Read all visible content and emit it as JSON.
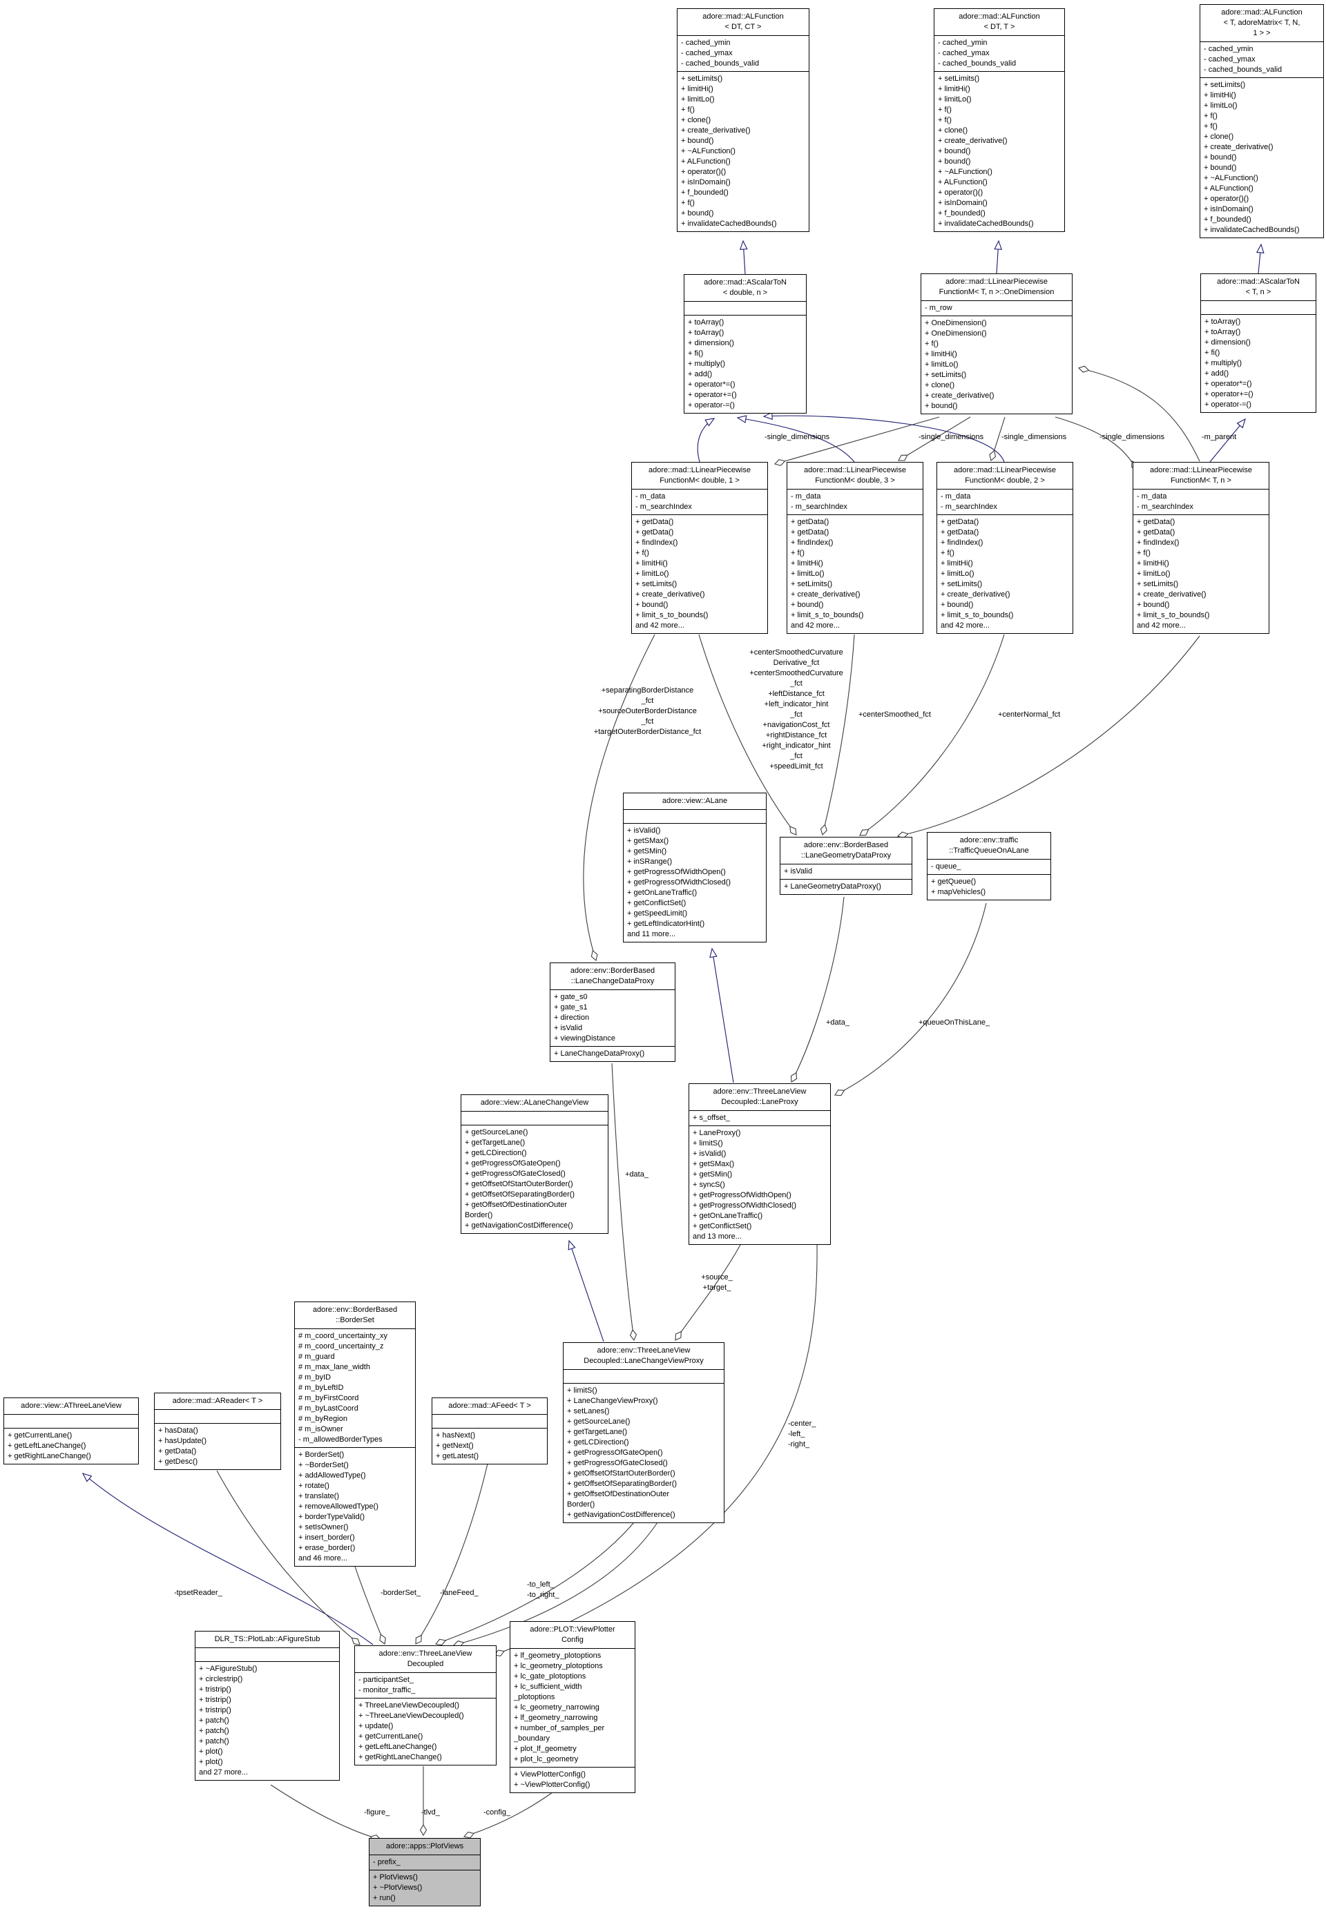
{
  "classes": {
    "alfunction_dt_ct": {
      "title": [
        "adore::mad::ALFunction",
        "< DT, CT >"
      ],
      "attrs": [
        "- cached_ymin",
        "- cached_ymax",
        "- cached_bounds_valid"
      ],
      "methods": [
        "+ setLimits()",
        "+ limitHi()",
        "+ limitLo()",
        "+ f()",
        "+ clone()",
        "+ create_derivative()",
        "+ bound()",
        "+ ~ALFunction()",
        "+ ALFunction()",
        "+ operator()()",
        "+ isInDomain()",
        "+ f_bounded()",
        "+ f()",
        "+ bound()",
        "+ invalidateCachedBounds()"
      ]
    },
    "alfunction_dt_t": {
      "title": [
        "adore::mad::ALFunction",
        "< DT, T >"
      ],
      "attrs": [
        "- cached_ymin",
        "- cached_ymax",
        "- cached_bounds_valid"
      ],
      "methods": [
        "+ setLimits()",
        "+ limitHi()",
        "+ limitLo()",
        "+ f()",
        "+ f()",
        "+ clone()",
        "+ create_derivative()",
        "+ bound()",
        "+ bound()",
        "+ ~ALFunction()",
        "+ ALFunction()",
        "+ operator()()",
        "+ isInDomain()",
        "+ f_bounded()",
        "+ invalidateCachedBounds()"
      ]
    },
    "alfunction_matrix": {
      "title": [
        "adore::mad::ALFunction",
        "< T, adoreMatrix< T, N,",
        "1 > >"
      ],
      "attrs": [
        "- cached_ymin",
        "- cached_ymax",
        "- cached_bounds_valid"
      ],
      "methods": [
        "+ setLimits()",
        "+ limitHi()",
        "+ limitLo()",
        "+ f()",
        "+ f()",
        "+ clone()",
        "+ create_derivative()",
        "+ bound()",
        "+ bound()",
        "+ ~ALFunction()",
        "+ ALFunction()",
        "+ operator()()",
        "+ isInDomain()",
        "+ f_bounded()",
        "+ invalidateCachedBounds()"
      ]
    },
    "ascalarton_double": {
      "title": [
        "adore::mad::AScalarToN",
        "< double, n >"
      ],
      "attrs": [],
      "methods": [
        "+ toArray()",
        "+ toArray()",
        "+ dimension()",
        "+ fi()",
        "+ multiply()",
        "+ add()",
        "+ operator*=()",
        "+ operator+=()",
        "+ operator-=()"
      ]
    },
    "onedimension": {
      "title": [
        "adore::mad::LLinearPiecewise",
        "FunctionM< T, n >::OneDimension"
      ],
      "attrs": [
        "- m_row"
      ],
      "methods": [
        "+ OneDimension()",
        "+ OneDimension()",
        "+ f()",
        "+ limitHi()",
        "+ limitLo()",
        "+ setLimits()",
        "+ clone()",
        "+ create_derivative()",
        "+ bound()"
      ]
    },
    "ascalarton_t": {
      "title": [
        "adore::mad::AScalarToN",
        "< T, n >"
      ],
      "attrs": [],
      "methods": [
        "+ toArray()",
        "+ toArray()",
        "+ dimension()",
        "+ fi()",
        "+ multiply()",
        "+ add()",
        "+ operator*=()",
        "+ operator+=()",
        "+ operator-=()"
      ]
    },
    "lpfm_d1": {
      "title": [
        "adore::mad::LLinearPiecewise",
        "FunctionM< double, 1 >"
      ],
      "attrs": [
        "- m_data",
        "- m_searchIndex"
      ],
      "methods": [
        "+ getData()",
        "+ getData()",
        "+ findIndex()",
        "+ f()",
        "+ limitHi()",
        "+ limitLo()",
        "+ setLimits()",
        "+ create_derivative()",
        "+ bound()",
        "+ limit_s_to_bounds()",
        "and 42 more..."
      ]
    },
    "lpfm_d3": {
      "title": [
        "adore::mad::LLinearPiecewise",
        "FunctionM< double, 3 >"
      ],
      "attrs": [
        "- m_data",
        "- m_searchIndex"
      ],
      "methods": [
        "+ getData()",
        "+ getData()",
        "+ findIndex()",
        "+ f()",
        "+ limitHi()",
        "+ limitLo()",
        "+ setLimits()",
        "+ create_derivative()",
        "+ bound()",
        "+ limit_s_to_bounds()",
        "and 42 more..."
      ]
    },
    "lpfm_d2": {
      "title": [
        "adore::mad::LLinearPiecewise",
        "FunctionM< double, 2 >"
      ],
      "attrs": [
        "- m_data",
        "- m_searchIndex"
      ],
      "methods": [
        "+ getData()",
        "+ getData()",
        "+ findIndex()",
        "+ f()",
        "+ limitHi()",
        "+ limitLo()",
        "+ setLimits()",
        "+ create_derivative()",
        "+ bound()",
        "+ limit_s_to_bounds()",
        "and 42 more..."
      ]
    },
    "lpfm_tn": {
      "title": [
        "adore::mad::LLinearPiecewise",
        "FunctionM< T, n >"
      ],
      "attrs": [
        "- m_data",
        "- m_searchIndex"
      ],
      "methods": [
        "+ getData()",
        "+ getData()",
        "+ findIndex()",
        "+ f()",
        "+ limitHi()",
        "+ limitLo()",
        "+ setLimits()",
        "+ create_derivative()",
        "+ bound()",
        "+ limit_s_to_bounds()",
        "and 42 more..."
      ]
    },
    "alane": {
      "title": [
        "adore::view::ALane"
      ],
      "attrs": [],
      "methods": [
        "+ isValid()",
        "+ getSMax()",
        "+ getSMin()",
        "+ inSRange()",
        "+ getProgressOfWidthOpen()",
        "+ getProgressOfWidthClosed()",
        "+ getOnLaneTraffic()",
        "+ getConflictSet()",
        "+ getSpeedLimit()",
        "+ getLeftIndicatorHint()",
        "and 11 more..."
      ]
    },
    "lanegeometrydataproxy": {
      "title": [
        "adore::env::BorderBased",
        "::LaneGeometryDataProxy"
      ],
      "attrs": [
        "+ isValid"
      ],
      "methods": [
        "+ LaneGeometryDataProxy()"
      ]
    },
    "trafficqueueonalane": {
      "title": [
        "adore::env::traffic",
        "::TrafficQueueOnALane"
      ],
      "attrs": [
        "- queue_"
      ],
      "methods": [
        "+ getQueue()",
        "+ mapVehicles()"
      ]
    },
    "lanechangedataproxy": {
      "title": [
        "adore::env::BorderBased",
        "::LaneChangeDataProxy"
      ],
      "attrs": [
        "+ gate_s0",
        "+ gate_s1",
        "+ direction",
        "+ isValid",
        "+ viewingDistance"
      ],
      "methods": [
        "+ LaneChangeDataProxy()"
      ]
    },
    "alanechangeview": {
      "title": [
        "adore::view::ALaneChangeView"
      ],
      "attrs": [],
      "methods": [
        "+ getSourceLane()",
        "+ getTargetLane()",
        "+ getLCDirection()",
        "+ getProgressOfGateOpen()",
        "+ getProgressOfGateClosed()",
        "+ getOffsetOfStartOuterBorder()",
        "+ getOffsetOfSeparatingBorder()",
        "+ getOffsetOfDestinationOuter",
        "Border()",
        "+ getNavigationCostDifference()"
      ]
    },
    "laneproxy": {
      "title": [
        "adore::env::ThreeLaneView",
        "Decoupled::LaneProxy"
      ],
      "attrs": [
        "+ s_offset_"
      ],
      "methods": [
        "+ LaneProxy()",
        "+ limitS()",
        "+ isValid()",
        "+ getSMax()",
        "+ getSMin()",
        "+ syncS()",
        "+ getProgressOfWidthOpen()",
        "+ getProgressOfWidthClosed()",
        "+ getOnLaneTraffic()",
        "+ getConflictSet()",
        "and 13 more..."
      ]
    },
    "borderset": {
      "title": [
        "adore::env::BorderBased",
        "::BorderSet"
      ],
      "attrs": [
        "# m_coord_uncertainty_xy",
        "# m_coord_uncertainty_z",
        "# m_guard",
        "# m_max_lane_width",
        "# m_byID",
        "# m_byLeftID",
        "# m_byFirstCoord",
        "# m_byLastCoord",
        "# m_byRegion",
        "# m_isOwner",
        "- m_allowedBorderTypes"
      ],
      "methods": [
        "+ BorderSet()",
        "+ ~BorderSet()",
        "+ addAllowedType()",
        "+ rotate()",
        "+ translate()",
        "+ removeAllowedType()",
        "+ borderTypeValid()",
        "+ setIsOwner()",
        "+ insert_border()",
        "+ erase_border()",
        "and 46 more..."
      ]
    },
    "athreelaneview": {
      "title": [
        "adore::view::AThreeLaneView"
      ],
      "attrs": [],
      "methods": [
        "+ getCurrentLane()",
        "+ getLeftLaneChange()",
        "+ getRightLaneChange()"
      ]
    },
    "areader": {
      "title": [
        "adore::mad::AReader< T >"
      ],
      "attrs": [],
      "methods": [
        "+ hasData()",
        "+ hasUpdate()",
        "+ getData()",
        "+ getDesc()"
      ]
    },
    "afeed": {
      "title": [
        "adore::mad::AFeed< T >"
      ],
      "attrs": [],
      "methods": [
        "+ hasNext()",
        "+ getNext()",
        "+ getLatest()"
      ]
    },
    "lanechangeviewproxy": {
      "title": [
        "adore::env::ThreeLaneView",
        "Decoupled::LaneChangeViewProxy"
      ],
      "attrs": [],
      "methods": [
        "+ limitS()",
        "+ LaneChangeViewProxy()",
        "+ setLanes()",
        "+ getSourceLane()",
        "+ getTargetLane()",
        "+ getLCDirection()",
        "+ getProgressOfGateOpen()",
        "+ getProgressOfGateClosed()",
        "+ getOffsetOfStartOuterBorder()",
        "+ getOffsetOfSeparatingBorder()",
        "+ getOffsetOfDestinationOuter",
        "Border()",
        "+ getNavigationCostDifference()"
      ]
    },
    "afigurestub": {
      "title": [
        "DLR_TS::PlotLab::AFigureStub"
      ],
      "attrs": [],
      "methods": [
        "+ ~AFigureStub()",
        "+ circlestrip()",
        "+ tristrip()",
        "+ tristrip()",
        "+ tristrip()",
        "+ patch()",
        "+ patch()",
        "+ patch()",
        "+ plot()",
        "+ plot()",
        "and 27 more..."
      ]
    },
    "threelaneviewdecoupled": {
      "title": [
        "adore::env::ThreeLaneView",
        "Decoupled"
      ],
      "attrs": [
        "- participantSet_",
        "- monitor_traffic_"
      ],
      "methods": [
        "+ ThreeLaneViewDecoupled()",
        "+ ~ThreeLaneViewDecoupled()",
        "+ update()",
        "+ getCurrentLane()",
        "+ getLeftLaneChange()",
        "+ getRightLaneChange()"
      ]
    },
    "viewplotterconfig": {
      "title": [
        "adore::PLOT::ViewPlotter",
        "Config"
      ],
      "attrs": [
        "+ lf_geometry_plotoptions",
        "+ lc_geometry_plotoptions",
        "+ lc_gate_plotoptions",
        "+ lc_sufficient_width",
        "_plotoptions",
        "+ lc_geometry_narrowing",
        "+ lf_geometry_narrowing",
        "+ number_of_samples_per",
        "_boundary",
        "+ plot_lf_geometry",
        "+ plot_lc_geometry"
      ],
      "methods": [
        "+ ViewPlotterConfig()",
        "+ ~ViewPlotterConfig()"
      ]
    },
    "plotviews": {
      "title": [
        "adore::apps::PlotViews"
      ],
      "attrs": [
        "- prefix_"
      ],
      "methods": [
        "+ PlotViews()",
        "+ ~PlotViews()",
        "+ run()"
      ]
    }
  },
  "labels": {
    "single_dimensions_1": "-single_dimensions",
    "single_dimensions_2": "-single_dimensions",
    "single_dimensions_3": "-single_dimensions",
    "single_dimensions_4": "-single_dimensions",
    "m_parent": "-m_parent",
    "separating_block": [
      "+separatingBorderDistance",
      "_fct",
      "+sourceOuterBorderDistance",
      "_fct",
      "+targetOuterBorderDistance_fct"
    ],
    "center_block": [
      "+centerSmoothedCurvature",
      "Derivative_fct",
      "+centerSmoothedCurvature",
      "_fct",
      "+leftDistance_fct",
      "+left_indicator_hint",
      "_fct",
      "+navigationCost_fct",
      "+rightDistance_fct",
      "+right_indicator_hint",
      "_fct",
      "+speedLimit_fct"
    ],
    "center_smoothed": "+centerSmoothed_fct",
    "center_normal": "+centerNormal_fct",
    "data_1": "+data_",
    "queue_on_this_lane": "+queueOnThisLane_",
    "data_2": "+data_",
    "source_target": [
      "+source_",
      "+target_"
    ],
    "tpset_reader": "-tpsetReader_",
    "border_set": "-borderSet_",
    "lane_feed": "-laneFeed_",
    "to_left_right": [
      "-to_left_",
      "-to_right_"
    ],
    "center_left_right": [
      "-center_",
      "-left_",
      "-right_"
    ],
    "figure": "-figure_",
    "tlvd": "-tlvd_",
    "config": "-config_"
  }
}
